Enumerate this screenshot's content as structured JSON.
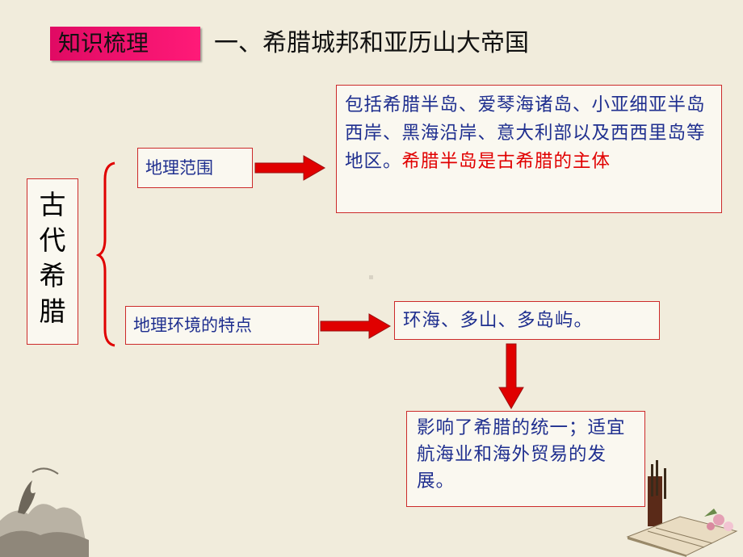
{
  "header": {
    "tag": "知识梳理",
    "title": "一、希腊城邦和亚历山大帝国"
  },
  "main": {
    "subject_chars": [
      "古",
      "代",
      "希",
      "腊"
    ]
  },
  "branches": {
    "range": {
      "label": "地理范围",
      "desc_blue": "包括希腊半岛、爱琴海诸岛、小亚细亚半岛西岸、黑海沿岸、意大利部以及西西里岛等地区。",
      "desc_red": "希腊半岛是古希腊的主体"
    },
    "environment": {
      "label": "地理环境的特点",
      "desc": "环海、多山、多岛屿。",
      "impact": "影响了希腊的统一；适宜航海业和海外贸易的发展。"
    }
  },
  "colors": {
    "accent_pink": "#e00a63",
    "border_red": "#cc2a2a",
    "text_blue": "#1f2f8f",
    "highlight_red": "#e10000",
    "arrow_red": "#e00000"
  }
}
